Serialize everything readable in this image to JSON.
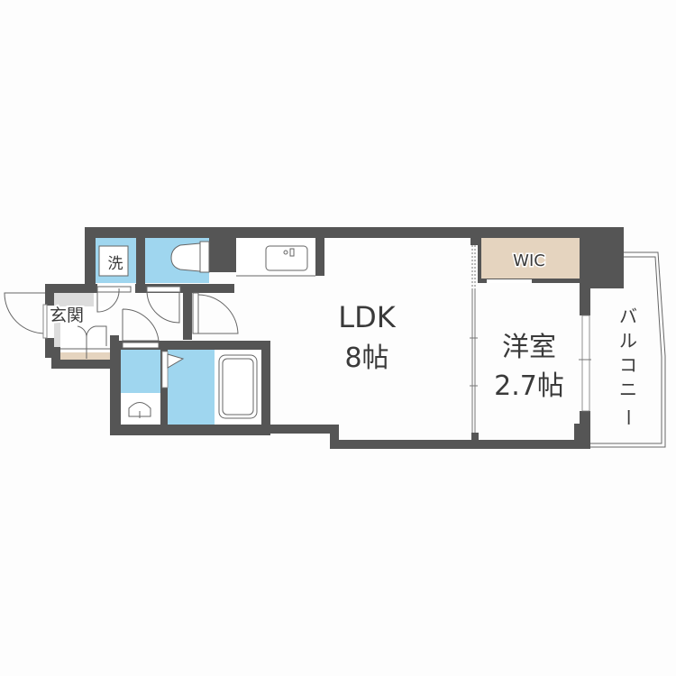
{
  "floorplan": {
    "colors": {
      "wall": "#555555",
      "wet_area": "#9fd6ef",
      "storage": "#e5d4bf",
      "entry_floor": "#dcdcdc",
      "floor": "#ffffff",
      "background": "#fdfdfd",
      "line": "#666666",
      "text": "#3a3a3a"
    },
    "rooms": {
      "ldk": {
        "name": "LDK",
        "size": "8帖"
      },
      "western_room": {
        "name": "洋室",
        "size": "2.7帖"
      },
      "wic": {
        "name": "WIC"
      },
      "balcony": {
        "name": "バルコニー",
        "chars": [
          "バ",
          "ル",
          "コ",
          "ニ",
          "ー"
        ]
      },
      "entrance": {
        "name": "玄関"
      },
      "laundry": {
        "name": "洗"
      }
    }
  }
}
